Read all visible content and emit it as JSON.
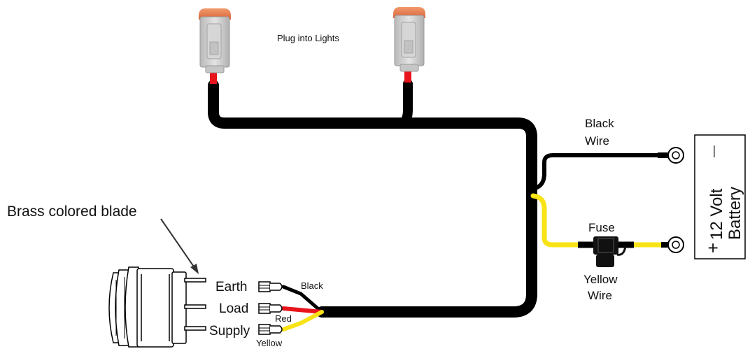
{
  "labels": {
    "plug_into_lights": "Plug into Lights",
    "brass_blade": "Brass colored blade",
    "black_wire_line1": "Black",
    "black_wire_line2": "Wire",
    "fuse": "Fuse",
    "yellow_wire_line1": "Yellow",
    "yellow_wire_line2": "Wire",
    "earth": "Earth",
    "load": "Load",
    "supply": "Supply",
    "wire_black": "Black",
    "wire_red": "Red",
    "wire_yellow": "Yellow"
  },
  "battery": {
    "minus": "—",
    "volt": "12 Volt",
    "battery": "Battery",
    "plus": "+"
  },
  "colors": {
    "harness": "#000000",
    "red_wire": "#e8141b",
    "yellow_wire": "#f8e316",
    "connector_cap": "#e47d4c",
    "connector_body": "#cfcfcf"
  }
}
